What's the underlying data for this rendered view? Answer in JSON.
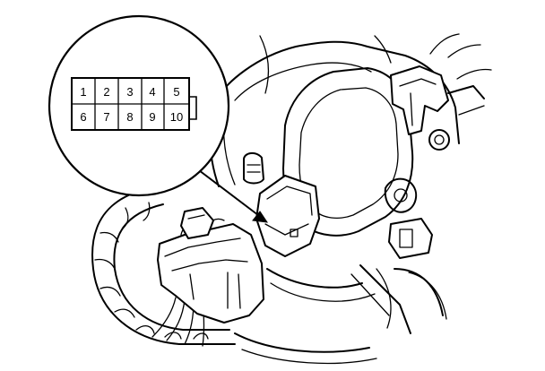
{
  "connector": {
    "pins_top": [
      "1",
      "2",
      "3",
      "4",
      "5"
    ],
    "pins_bottom": [
      "6",
      "7",
      "8",
      "9",
      "10"
    ]
  }
}
